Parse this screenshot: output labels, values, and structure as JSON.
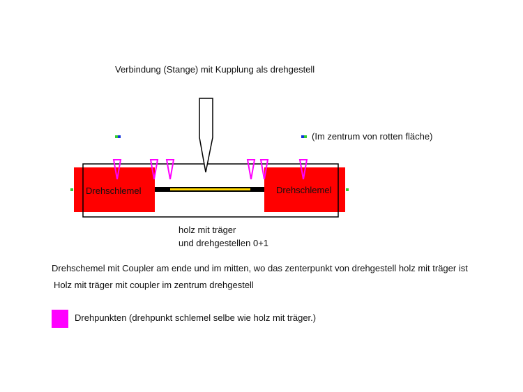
{
  "title": "Verbindung (Stange) mit Kupplung als drehgestell",
  "annotation_center": "(Im zentrum von rotten fläche)",
  "left_block_label": "Drehschlemel",
  "right_block_label": "Drehschlemel",
  "frame_caption_line1": "holz mit träger",
  "frame_caption_line2": "und drehgestellen 0+1",
  "description_line1": "Drehschemel mit Coupler am ende und im mitten, wo das zenterpunkt von drehgestell holz mit träger ist",
  "description_line2": "Holz mit träger mit coupler im zentrum drehgestell",
  "legend_label": "Drehpunkten (drehpunkt schlemel selbe wie holz mit träger.)",
  "colors": {
    "block": "#ff0000",
    "pivot": "#ff00ff",
    "rod": "#ffd800",
    "rod_outline": "#000000",
    "frame": "#000000",
    "marker_green": "#33cc33",
    "marker_blue": "#1133dd"
  }
}
